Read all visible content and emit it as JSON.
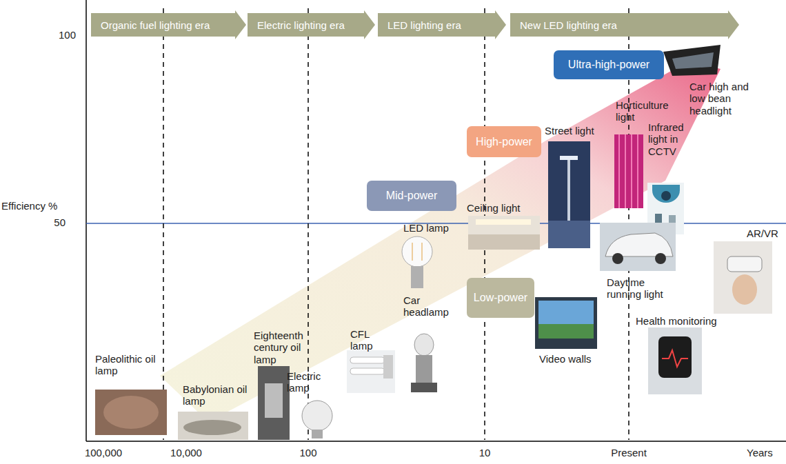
{
  "diagram": {
    "nodes": [
      {
        "text": [
          "Organic fuel lighting era"
        ]
      },
      {
        "text": [
          "Electric lighting era"
        ]
      },
      {
        "text": [
          "LED lighting era"
        ]
      },
      {
        "text": [
          "New LED lighting era"
        ]
      },
      {
        "text": [
          "Ultra-high-power"
        ]
      },
      {
        "text": [
          "High-power"
        ]
      },
      {
        "text": [
          "Mid-power"
        ]
      },
      {
        "text": [
          "Low-power"
        ]
      }
    ],
    "labels": [
      "100",
      "Efficiency %",
      "50",
      "Paleolithic oil lamp",
      "Babylonian oil lamp",
      "Eighteenth century oil lamp",
      "Electric lamp",
      "CFL lamp",
      "Car headlamp",
      "LED lamp",
      "Ceiling light",
      "Street light",
      "Horticulture light",
      "Infrared light in CCTV",
      "Car high and low bean headlight",
      "Video walls",
      "Daytime running light",
      "Health monitoring",
      "AR/VR",
      "100,000",
      "10,000",
      "100",
      "10",
      "Present",
      "Years"
    ]
  }
}
